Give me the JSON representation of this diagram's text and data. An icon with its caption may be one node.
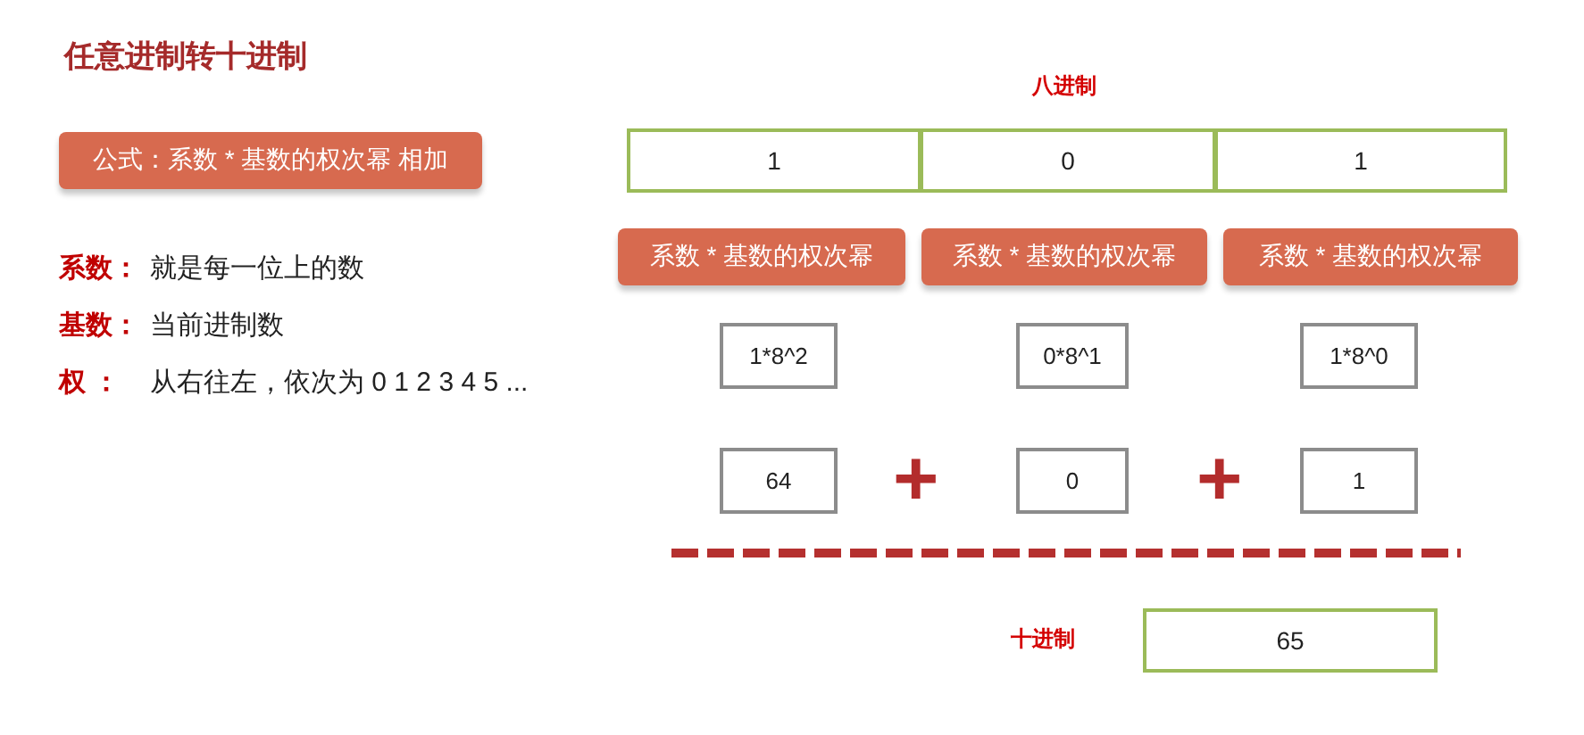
{
  "diagram": {
    "title": "任意进制转十进制",
    "nodes": [
      {
        "text": [
          "公式：系数 * 基数的权次幂 相加"
        ]
      },
      {
        "text": [
          "1"
        ]
      },
      {
        "text": [
          "0"
        ]
      },
      {
        "text": [
          "1"
        ]
      },
      {
        "text": [
          "系数 * 基数的权次幂"
        ]
      },
      {
        "text": [
          "系数 * 基数的权次幂"
        ]
      },
      {
        "text": [
          "系数 * 基数的权次幂"
        ]
      },
      {
        "text": [
          "1*8^2"
        ]
      },
      {
        "text": [
          "0*8^1"
        ]
      },
      {
        "text": [
          "1*8^0"
        ]
      },
      {
        "text": [
          "64"
        ]
      },
      {
        "text": [
          "0"
        ]
      },
      {
        "text": [
          "1"
        ]
      },
      {
        "text": [
          "65"
        ],
        "beside": [
          "十进制"
        ]
      }
    ],
    "labels": [
      "八进制",
      "系数：",
      "就是每一位上的数",
      "基数：",
      "当前进制数",
      "权 ：",
      "从右往左，依次为 0 1 2 3 4 5 ...",
      "+",
      "+"
    ]
  }
}
